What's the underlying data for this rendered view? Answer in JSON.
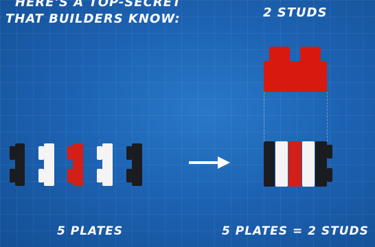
{
  "captions": {
    "intro_line_1": "Here's a top-secret",
    "intro_line_2": "that builders know:",
    "two_studs": "2 studs",
    "five_plates": "5 plates",
    "equation": "5 plates = 2 studs"
  },
  "colors": {
    "background": "#1d63b3",
    "brick_red": "#d8190f",
    "plate_black": "#1b1c1f",
    "plate_white": "#f4f4f4",
    "plate_red": "#d31f17"
  },
  "plates": [
    "black",
    "white",
    "red",
    "white",
    "black"
  ],
  "icons": {
    "arrow": "right-arrow-icon"
  }
}
